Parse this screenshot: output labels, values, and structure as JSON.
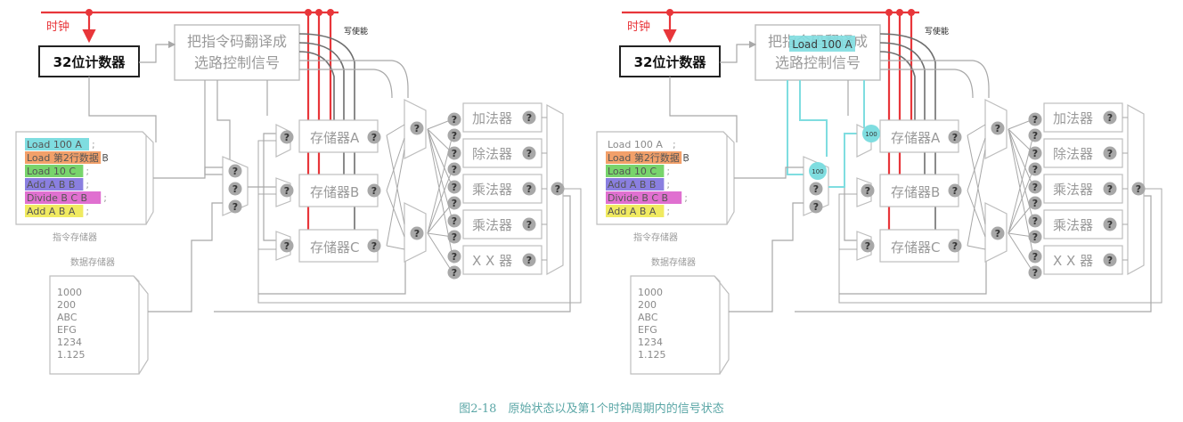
{
  "colors": {
    "clock": "#e8363a",
    "wire": "#a8a8a8",
    "darkwire": "#6e6e6e",
    "box_text": "#9a9a9a",
    "q_fill": "#a8a8a8",
    "highlight": "#7fdde0",
    "caption": "#5aa6a6"
  },
  "left": {
    "clock_label": "时钟",
    "counter_label": "32位计数器",
    "decoder_line1": "把指令码翻译成",
    "decoder_line2": "选路控制信号",
    "write_enable": "写使能",
    "registers": [
      "存储器A",
      "存储器B",
      "存储器C"
    ],
    "alus": [
      "加法器",
      "除法器",
      "乘法器",
      "乘法器",
      "X X 器"
    ],
    "instructions": [
      {
        "text": "Load 100 A",
        "sep": ";",
        "color": "#7fdde0"
      },
      {
        "text": "Load 第2行数据 B",
        "sep": ";",
        "color": "#f2a06a"
      },
      {
        "text": "Load 10 C",
        "sep": ";",
        "color": "#78d46c"
      },
      {
        "text": "Add A B B",
        "sep": ";",
        "color": "#8a7fe0"
      },
      {
        "text": "Divide B C B",
        "sep": ";",
        "color": "#e070d0"
      },
      {
        "text": "Add A B A",
        "sep": ";",
        "color": "#f0ea60"
      }
    ],
    "instr_mem_label": "指令存储器",
    "data_mem_label": "数据存储器",
    "data_values": [
      "1000",
      "200",
      "ABC",
      "EFG",
      "1234",
      "1.125"
    ],
    "q": "?"
  },
  "right": {
    "clock_label": "时钟",
    "counter_label": "32位计数器",
    "decoder_line1": "把指令码翻译成",
    "decoder_line2": "选路控制信号",
    "decoder_overlay": "Load 100 A",
    "write_enable": "写使能",
    "registers": [
      "存储器A",
      "存储器B",
      "存储器C"
    ],
    "alus": [
      "加法器",
      "除法器",
      "乘法器",
      "乘法器",
      "X X 器"
    ],
    "instructions": [
      {
        "text": "Load 100 A",
        "sep": ";",
        "color": ""
      },
      {
        "text": "Load 第2行数据 B",
        "sep": ";",
        "color": "#f2a06a"
      },
      {
        "text": "Load 10 C",
        "sep": ";",
        "color": "#78d46c"
      },
      {
        "text": "Add A B B",
        "sep": ";",
        "color": "#8a7fe0"
      },
      {
        "text": "Divide B C B",
        "sep": ";",
        "color": "#e070d0"
      },
      {
        "text": "Add A B A",
        "sep": ";",
        "color": "#f0ea60"
      }
    ],
    "instr_mem_label": "指令存储器",
    "data_mem_label": "数据存储器",
    "data_values": [
      "1000",
      "200",
      "ABC",
      "EFG",
      "1234",
      "1.125"
    ],
    "value_badge": "100",
    "q": "?"
  },
  "caption": "图2-18　原始状态以及第1个时钟周期内的信号状态"
}
